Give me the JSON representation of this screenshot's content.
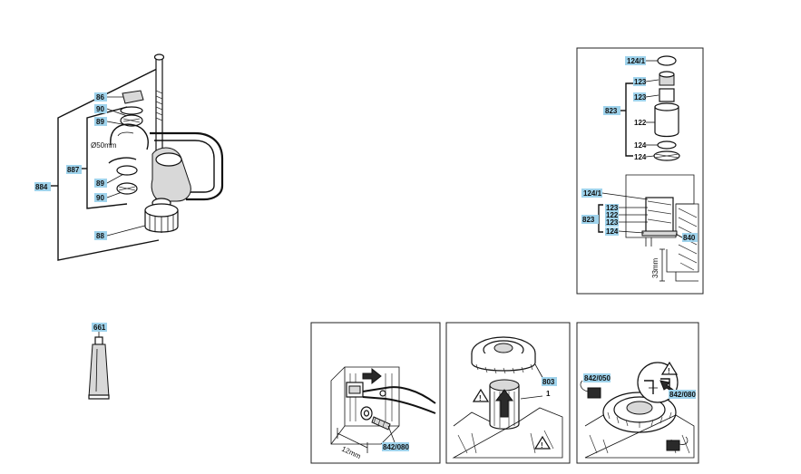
{
  "labels": {
    "p86": "86",
    "p90a": "90",
    "p89a": "89",
    "p887": "887",
    "p884": "884",
    "p89b": "89",
    "p90b": "90",
    "p88": "88",
    "dia": "Ø50mm",
    "p661": "661",
    "p124_1a": "124/1",
    "p123a": "123",
    "p123b": "123",
    "p823a": "823",
    "p122a": "122",
    "p124a": "124",
    "p124b": "124",
    "p124_1b": "124/1",
    "p123c": "123",
    "p122b": "122",
    "p823b": "823",
    "p123d": "123",
    "p124c": "124",
    "p840": "840",
    "mm33": "33mm",
    "p842_080a": "842/080",
    "mm12": "12mm",
    "p803": "803",
    "p1": "1",
    "p842_050": "842/050",
    "p842_080b": "842/080"
  },
  "icons": [
    "warning-icon",
    "arrow-up-icon",
    "arrow-right-icon"
  ]
}
